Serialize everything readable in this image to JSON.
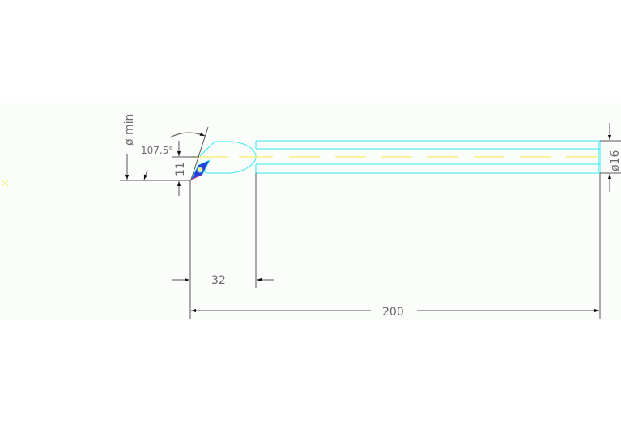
{
  "drawing": {
    "type": "boring bar technical drawing",
    "background": "#fbfdfa",
    "colors": {
      "outline": "#33e6f0",
      "centerline": "#f5f07a",
      "dimension": "#555555",
      "insert_fill": "#2a3fd8",
      "origin_marker": "#f5f07a"
    },
    "dimensions": {
      "min_diameter_label": "ø min",
      "angle_label": "107.5°",
      "height_label": "11",
      "shank_diameter_label": "ø16",
      "head_length_label": "32",
      "overall_length_label": "200"
    }
  }
}
